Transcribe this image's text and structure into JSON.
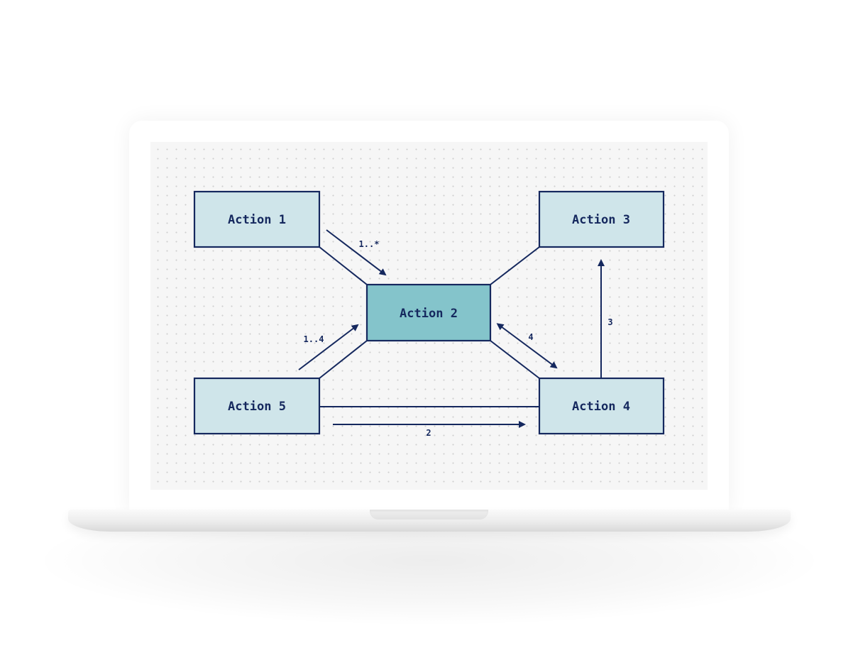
{
  "diagram": {
    "nodes": [
      {
        "id": "action-1",
        "label": "Action 1"
      },
      {
        "id": "action-2",
        "label": "Action 2"
      },
      {
        "id": "action-3",
        "label": "Action 3"
      },
      {
        "id": "action-4",
        "label": "Action 4"
      },
      {
        "id": "action-5",
        "label": "Action 5"
      }
    ],
    "edge_labels": {
      "a1_a2": "1..*",
      "a5_a2": "1..4",
      "a2_a4": "4",
      "a4_a3": "3",
      "a5_a4": "2"
    },
    "colors": {
      "stroke": "#15285e",
      "node_fill": "#cfe5ea",
      "center_fill": "#84c4cb",
      "screen_bg": "#f6f6f6"
    }
  }
}
